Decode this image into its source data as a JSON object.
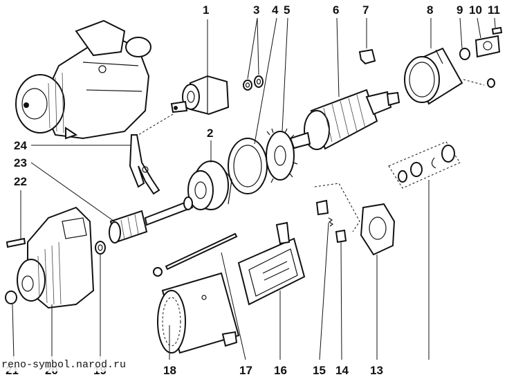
{
  "labels": {
    "l1": "1",
    "l2": "2",
    "l3": "3",
    "l4": "4",
    "l5": "5",
    "l6": "6",
    "l7": "7",
    "l8": "8",
    "l9": "9",
    "l10": "10",
    "l11": "11",
    "l13": "13",
    "l14": "14",
    "l15": "15",
    "l16": "16",
    "l17": "17",
    "l18": "18",
    "l19": "19",
    "l20": "20",
    "l21": "21",
    "l22": "22",
    "l23": "23",
    "l24": "24"
  },
  "watermark": "reno-symbol.narod.ru",
  "colors": {
    "line": "#111111",
    "background": "#ffffff"
  }
}
